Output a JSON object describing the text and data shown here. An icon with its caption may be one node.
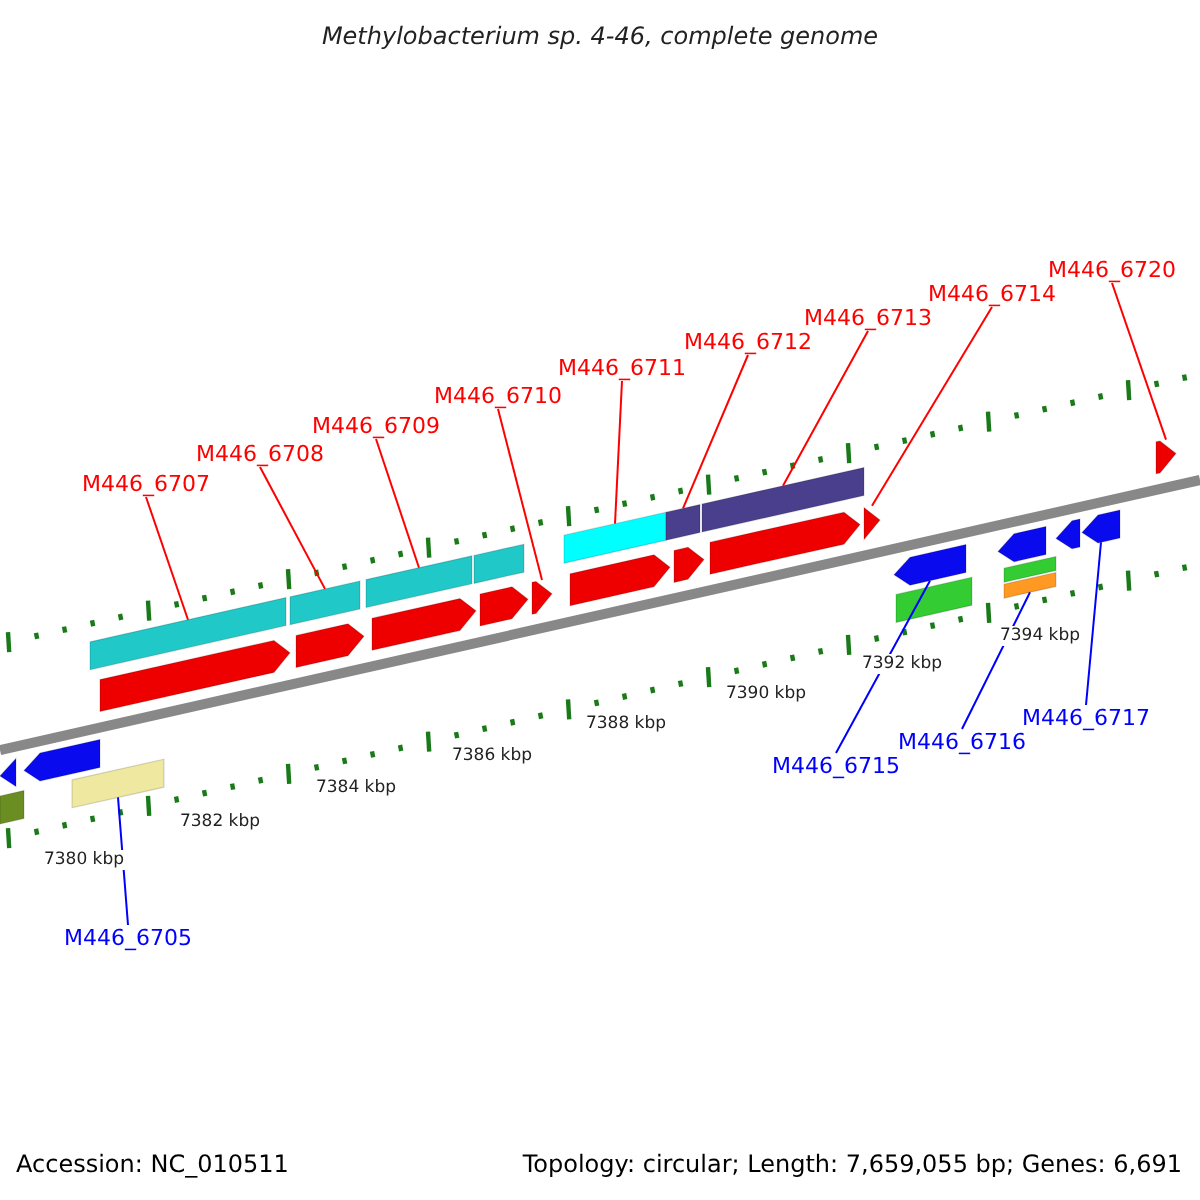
{
  "diagram": {
    "title": "Methylobacterium sp. 4-46, complete genome",
    "nodes": [
      {
        "text": [
          "M446_6707"
        ]
      },
      {
        "text": [
          "M446_6708"
        ]
      },
      {
        "text": [
          "M446_6709"
        ]
      },
      {
        "text": [
          "M446_6710"
        ]
      },
      {
        "text": [
          "M446_6711"
        ]
      },
      {
        "text": [
          "M446_6712"
        ]
      },
      {
        "text": [
          "M446_6713"
        ]
      },
      {
        "text": [
          "M446_6714"
        ]
      },
      {
        "text": [
          "M446_6720"
        ]
      },
      {
        "text": [
          "M446_6715"
        ]
      },
      {
        "text": [
          "M446_6716"
        ]
      },
      {
        "text": [
          "M446_6717"
        ]
      },
      {
        "text": [
          "M446_6705"
        ]
      },
      {
        "text": [],
        "shape": "bar"
      },
      {
        "text": [],
        "shape": "bar"
      },
      {
        "text": [],
        "shape": "bar"
      },
      {
        "text": [],
        "shape": "bar"
      },
      {
        "text": [],
        "shape": "bar"
      },
      {
        "text": [],
        "shape": "bar"
      },
      {
        "text": [],
        "shape": "bar"
      },
      {
        "text": [],
        "shape": "bar"
      },
      {
        "text": [],
        "shape": "bar"
      },
      {
        "text": [],
        "shape": "bar"
      },
      {
        "text": [],
        "shape": "bar"
      },
      {
        "text": [],
        "shape": "bar"
      },
      {
        "text": [],
        "shape": "bar"
      },
      {
        "text": [],
        "shape": "bar"
      },
      {
        "text": [],
        "shape": "bar"
      },
      {
        "text": [],
        "shape": "bar"
      },
      {
        "text": [],
        "shape": "bar"
      },
      {
        "text": [],
        "shape": "bar"
      },
      {
        "text": [],
        "shape": "bar"
      },
      {
        "text": [],
        "shape": "bar"
      },
      {
        "text": [],
        "shape": "bar"
      },
      {
        "text": [],
        "shape": "bar"
      },
      {
        "text": [],
        "shape": "bar"
      },
      {
        "text": [],
        "shape": "bar"
      },
      {
        "text": [],
        "shape": "bar"
      },
      {
        "text": [],
        "shape": "bar"
      },
      {
        "text": [],
        "shape": "bar"
      },
      {
        "text": [],
        "shape": "bar"
      }
    ],
    "edges": [
      {
        "from": 0,
        "to": 13,
        "arrow": "none"
      },
      {
        "from": 1,
        "to": 14,
        "arrow": "none"
      },
      {
        "from": 2,
        "to": 15,
        "arrow": "none"
      },
      {
        "from": 3,
        "to": 16,
        "arrow": "none"
      },
      {
        "from": 4,
        "to": 17,
        "arrow": "none"
      },
      {
        "from": 5,
        "to": 18,
        "arrow": "none"
      },
      {
        "from": 6,
        "to": 19,
        "arrow": "none"
      },
      {
        "from": 7,
        "to": 20,
        "arrow": "none"
      },
      {
        "from": 8,
        "to": 21,
        "arrow": "none"
      },
      {
        "from": 9,
        "to": 22,
        "arrow": "none",
        "color": "#0000ff"
      },
      {
        "from": 10,
        "to": 23,
        "arrow": "none",
        "color": "#0000ff"
      },
      {
        "from": 11,
        "to": 24,
        "arrow": "none",
        "color": "#0000ff"
      },
      {
        "from": 12,
        "to": 25,
        "arrow": "none",
        "color": "#0000ff"
      }
    ],
    "labels": [
      "7394 kbp",
      "7392 kbp",
      "7390 kbp",
      "7388 kbp",
      "7386 kbp",
      "7384 kbp",
      "7382 kbp",
      "7380 kbp",
      "Accession: NC_010511",
      "Topology: circular; Length: 7,659,055 bp; Genes: 6,691"
    ]
  }
}
